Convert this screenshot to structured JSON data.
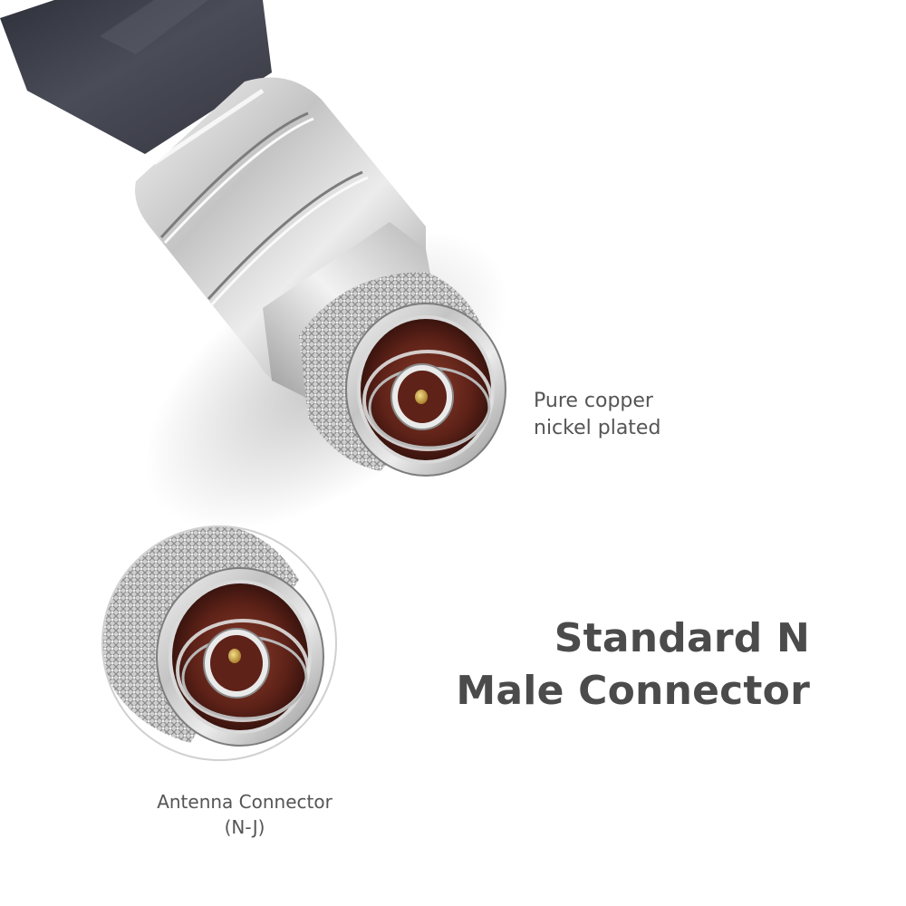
{
  "material_label": {
    "line1": "Pure copper",
    "line2": "nickel plated"
  },
  "headline": {
    "line1": "Standard N",
    "line2": "Male Connector"
  },
  "caption": {
    "line1": "Antenna Connector",
    "line2": "(N-J)"
  },
  "colors": {
    "cable": "#3f414d",
    "metal": "#c9c9c9",
    "copper_insulator": "#6b2a1f",
    "pin": "#c8a54a",
    "text": "#4b4b4b"
  }
}
